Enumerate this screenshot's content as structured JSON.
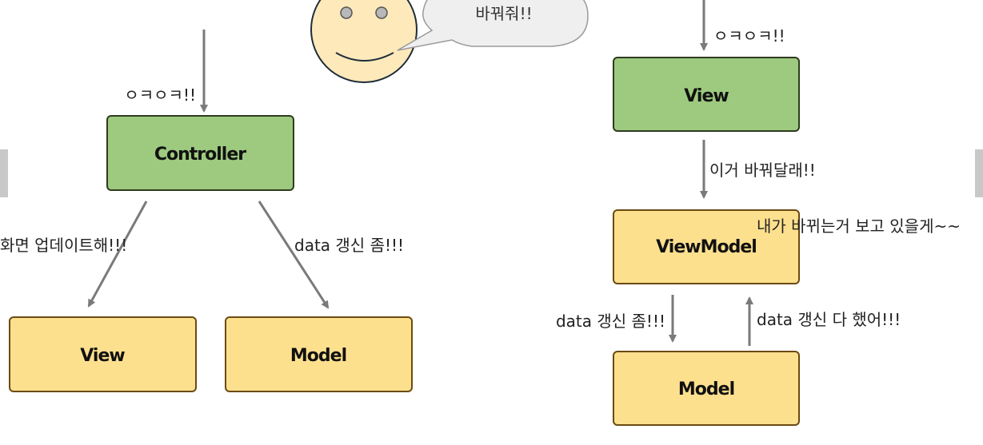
{
  "face": {
    "speech": "바꿔줘!!"
  },
  "mvc": {
    "controller": "Controller",
    "view": "View",
    "model": "Model",
    "input_label": "ㅇㅋㅇㅋ!!",
    "to_view_label": "화면 업데이트해!!!",
    "to_model_label": "data 갱신 좀!!!"
  },
  "mvvm": {
    "view": "View",
    "viewmodel": "ViewModel",
    "model": "Model",
    "input_label": "ㅇㅋㅇㅋ!!",
    "view_to_vm_label": "이거 바꿔달래!!",
    "observe_label": "내가 바뀌는거 보고 있을게~~",
    "vm_to_model_label": "data 갱신 좀!!!",
    "model_to_vm_label": "data 갱신 다 했어!!!"
  },
  "colors": {
    "green_fill": "#9dca7f",
    "yellow_fill": "#fde08e",
    "box_stroke": "#2e3a1f",
    "yellow_stroke": "#6b4a12",
    "arrow": "#7a7a7a",
    "face_fill": "#fde9ba"
  }
}
